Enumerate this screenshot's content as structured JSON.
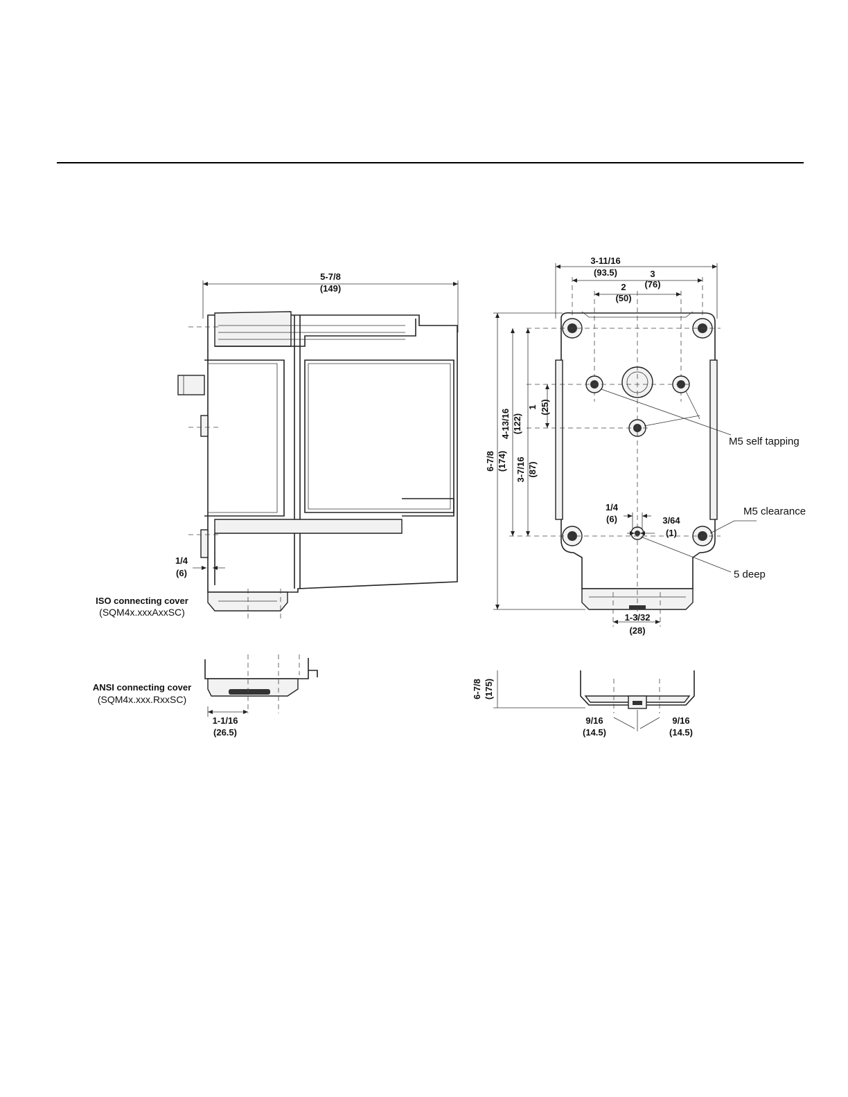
{
  "side_view": {
    "width_dim": {
      "frac": "5-7/8",
      "mm": "(149)"
    },
    "offset_dim": {
      "frac": "1/4",
      "mm": "(6)"
    },
    "iso_cover": {
      "title": "ISO connecting cover",
      "model": "(SQM4x.xxxAxxSC)"
    },
    "ansi_cover": {
      "title": "ANSI connecting cover",
      "model": "(SQM4x.xxx.RxxSC)"
    },
    "ansi_dim": {
      "frac": "1-1/16",
      "mm": "(26.5)"
    }
  },
  "front_view": {
    "outer_width": {
      "frac": "3-11/16",
      "mm": "(93.5)"
    },
    "hole_spacing": {
      "frac": "3",
      "mm": "(76)"
    },
    "inner_spacing": {
      "frac": "2",
      "mm": "(50)"
    },
    "height_total": {
      "frac": "6-7/8",
      "mm": "(174)"
    },
    "height_holes": {
      "frac": "4-13/16",
      "mm": "(122)"
    },
    "height_center": {
      "frac": "3-7/16",
      "mm": "(87)"
    },
    "height_inner": {
      "frac": "1",
      "mm": "(25)"
    },
    "center_offset": {
      "frac": "1/4",
      "mm": "(6)"
    },
    "small_offset": {
      "frac": "3/64",
      "mm": "(1)"
    },
    "shaft_width": {
      "frac": "1-3/32",
      "mm": "(28)"
    },
    "ansi_height": {
      "frac": "6-7/8",
      "mm": "(175)"
    },
    "ansi_left": {
      "frac": "9/16",
      "mm": "(14.5)"
    },
    "ansi_right": {
      "frac": "9/16",
      "mm": "(14.5)"
    },
    "callouts": {
      "self_tapping": "M5 self tapping",
      "clearance": "M5 clearance",
      "deep": "5 deep"
    }
  }
}
